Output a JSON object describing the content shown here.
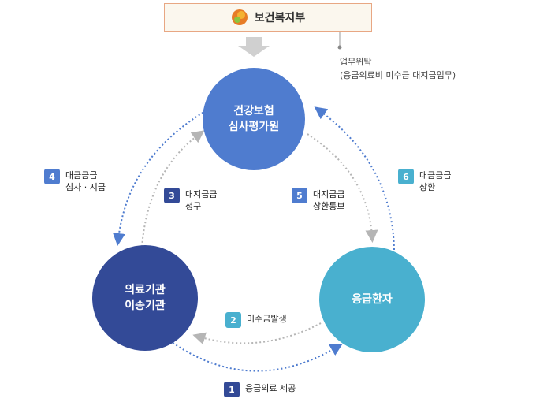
{
  "ministry": {
    "name": "보건복지부"
  },
  "delegation_note": {
    "line1": "업무위탁",
    "line2": "(응급의료비 미수금 대지급업무)"
  },
  "nodes": {
    "hira": "건강보험\n심사평가원",
    "institution": "의료기관\n이송기관",
    "patient": "응급환자"
  },
  "steps": [
    {
      "num": "1",
      "label": "응급의료 제공",
      "color": "#334a97"
    },
    {
      "num": "2",
      "label": "미수금발생",
      "color": "#49b0cf"
    },
    {
      "num": "3",
      "label": "대지급금\n청구",
      "color": "#334a97"
    },
    {
      "num": "4",
      "label": "대금금급\n심사 · 지급",
      "color": "#4f7ccf"
    },
    {
      "num": "5",
      "label": "대지급금\n상환통보",
      "color": "#4f7ccf"
    },
    {
      "num": "6",
      "label": "대금금급\n상환",
      "color": "#49b0cf"
    }
  ],
  "colors": {
    "outer_arrow": "#4f7ccf",
    "inner_arrow": "#b5b5b5",
    "ministry_border": "#e8a783"
  },
  "icons": {
    "ministry_logo": "ministry-logo-icon"
  }
}
